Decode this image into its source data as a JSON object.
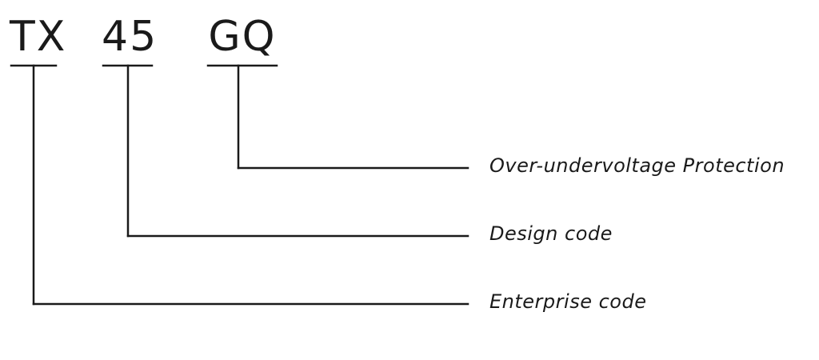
{
  "diagram": {
    "segments": [
      {
        "id": "seg-tx",
        "code": "TX",
        "meaning": "Enterprise code"
      },
      {
        "id": "seg-45",
        "code": "45",
        "meaning": "Design code"
      },
      {
        "id": "seg-gq",
        "code": "GQ",
        "meaning": "Over-undervoltage Protection"
      }
    ],
    "colors": {
      "ink": "#1a1a1a",
      "background": "#ffffff"
    }
  }
}
